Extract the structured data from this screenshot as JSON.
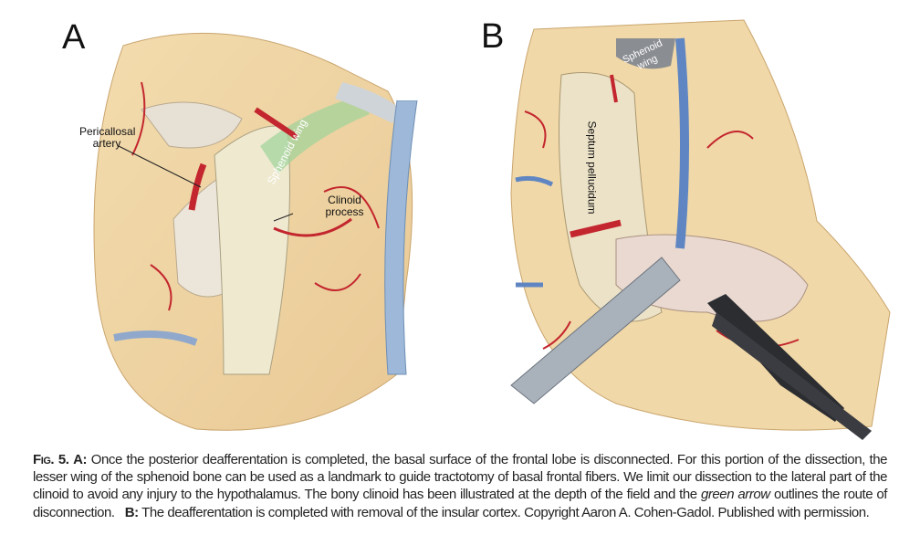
{
  "panels": {
    "a": {
      "letter": "A",
      "labels": {
        "pericallosal": "Pericallosal artery",
        "sphenoid_wing": "Sphenoid wing",
        "clinoid": "Clinoid process"
      }
    },
    "b": {
      "letter": "B",
      "labels": {
        "sphenoid_wing": "Sphenoid wing",
        "septum": "Septum pellucidum"
      }
    }
  },
  "caption": {
    "fig_label": "Fig. 5.",
    "a_label": "A:",
    "a_text_1": "Once the posterior deafferentation is completed, the basal surface of the frontal lobe is disconnected. For this portion of the dissection, the lesser wing of the sphenoid bone can be used as a landmark to guide tractotomy of basal frontal fibers. We limit our dissection to the lateral part of the clinoid to avoid any injury to the hypothalamus. The bony clinoid has been illustrated at the depth of the field and the",
    "a_text_italic": "green arrow",
    "a_text_2": "outlines the route of disconnection.",
    "b_label": "B:",
    "b_text": "The deafferentation is completed with removal of the insular cortex. Copyright Aaron A. Cohen-Gadol. Published with permission."
  }
}
